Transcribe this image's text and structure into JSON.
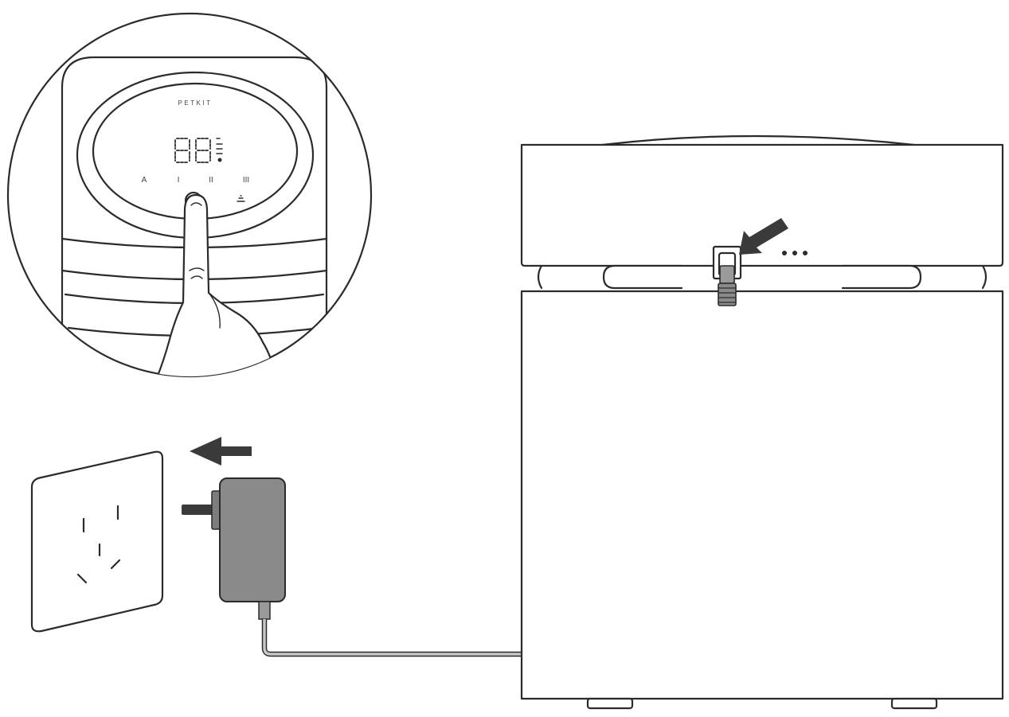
{
  "panel": {
    "brand": "PETKIT",
    "display_digits": "88",
    "mode_labels": [
      "A",
      "I",
      "II",
      "III"
    ]
  },
  "colors": {
    "line": "#2b2b2b",
    "adapter_fill": "#8a8a8a",
    "arrow_fill": "#3a3a3a",
    "cable": "#b5b5b5",
    "background": "#ffffff"
  }
}
